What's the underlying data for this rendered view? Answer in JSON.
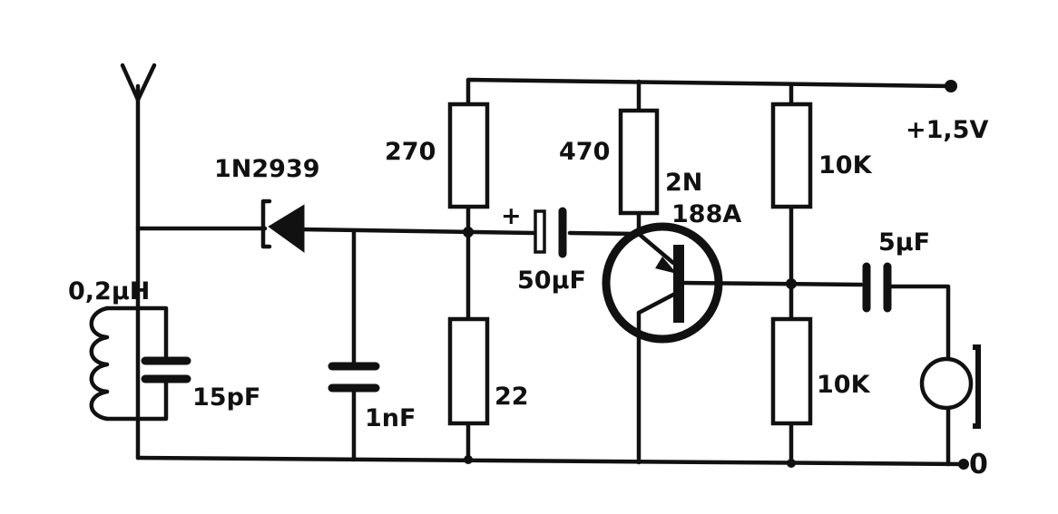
{
  "labels": {
    "supply": "+1,5V",
    "ground": "0",
    "antenna_coil": "0,2μH",
    "tuning_cap": "15pF",
    "diode": "1N2939",
    "filter_cap": "1nF",
    "r_bias_top": "270",
    "r_bias_bottom": "22",
    "coupling_cap_polarity": "+",
    "coupling_cap": "50μF",
    "r_emitter": "470",
    "transistor_line1": "2N",
    "transistor_line2": "188A",
    "r_div_top": "10K",
    "r_div_bottom": "10K",
    "output_cap": "5μF"
  },
  "icons": {
    "antenna": "antenna-icon",
    "diode": "diode-icon",
    "transistor": "pnp-transistor-icon",
    "earphone": "earphone-icon"
  }
}
